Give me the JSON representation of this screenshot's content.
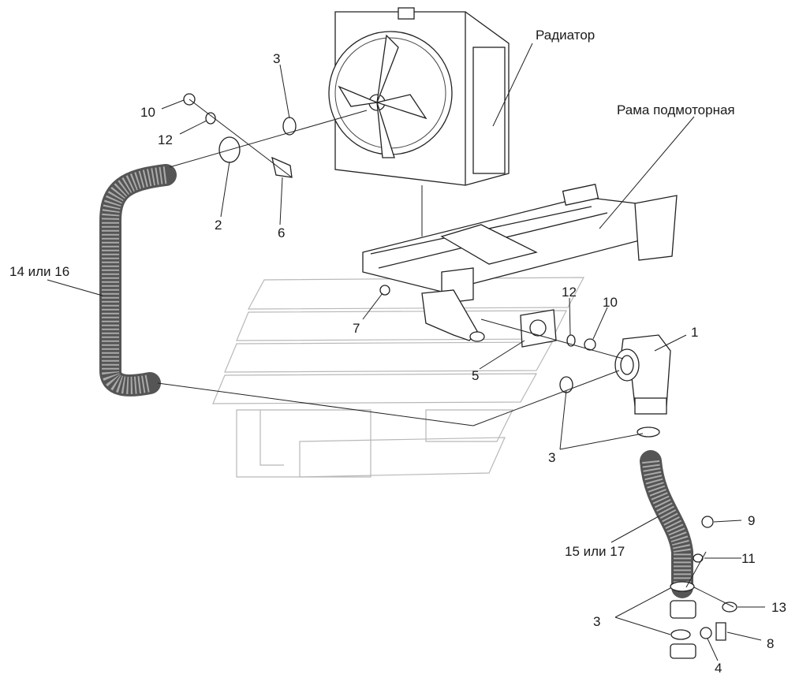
{
  "diagram": {
    "callouts": {
      "radiator": "Радиатор",
      "engine_frame": "Рама подмоторная",
      "hose_left": "14 или 16",
      "hose_right": "15 или 17",
      "n1": "1",
      "n2": "2",
      "n3a": "3",
      "n3b": "3",
      "n3c": "3",
      "n4": "4",
      "n5": "5",
      "n6": "6",
      "n7": "7",
      "n8": "8",
      "n9": "9",
      "n10a": "10",
      "n10b": "10",
      "n11": "11",
      "n12a": "12",
      "n12b": "12",
      "n13": "13"
    },
    "colors": {
      "line": "#222222",
      "watermark": "#b8b8b8",
      "hose": "#555555"
    }
  }
}
